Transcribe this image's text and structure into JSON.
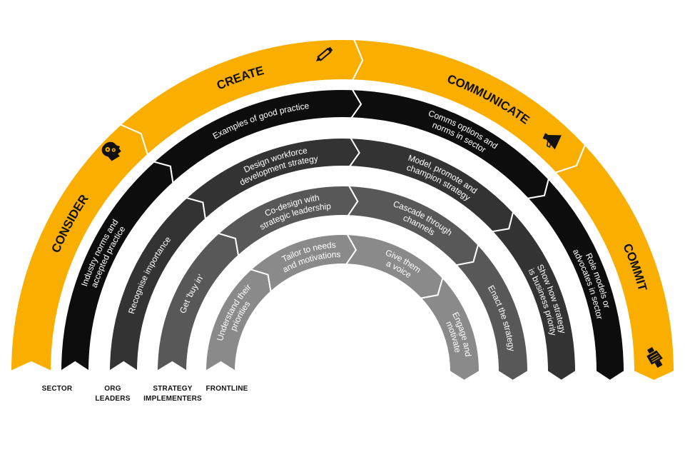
{
  "colors": {
    "phase": "#F9AE00",
    "bands": [
      "#0d0d0d",
      "#333333",
      "#585858",
      "#8a8a8a"
    ],
    "phase_text": "#111111",
    "cell_text": "#ffffff"
  },
  "phases": [
    {
      "label": "CONSIDER",
      "icon": "head-with-gears-icon"
    },
    {
      "label": "CREATE",
      "icon": "pencil-icon"
    },
    {
      "label": "COMMUNICATE",
      "icon": "megaphone-icon"
    },
    {
      "label": "COMMIT",
      "icon": "handshake-icon"
    }
  ],
  "bands": [
    {
      "label_lines": [
        "SECTOR"
      ],
      "cells": [
        [
          "Industry norms and",
          "accepted practice"
        ],
        [
          "Examples of good practice"
        ],
        [
          "Comms options and",
          "norms in sector"
        ],
        [
          "Role models or",
          "advocates in sector"
        ]
      ]
    },
    {
      "label_lines": [
        "ORG",
        "LEADERS"
      ],
      "cells": [
        [
          "Recognise importance"
        ],
        [
          "Design workforce",
          "development strategy"
        ],
        [
          "Model, promote and",
          "champion strategy"
        ],
        [
          "Show how strategy",
          "is business priority"
        ]
      ]
    },
    {
      "label_lines": [
        "STRATEGY",
        "IMPLEMENTERS"
      ],
      "cells": [
        [
          "Get 'buy in'"
        ],
        [
          "Co-design with",
          "strategic leadership"
        ],
        [
          "Cascade through",
          "channels"
        ],
        [
          "Enact the strategy"
        ]
      ]
    },
    {
      "label_lines": [
        "FRONTLINE"
      ],
      "cells": [
        [
          "Understand their",
          "priorities"
        ],
        [
          "Tailor to needs",
          "and motivations"
        ],
        [
          "Give them",
          "a voice"
        ],
        [
          "Engage and",
          "motivate"
        ]
      ]
    }
  ]
}
